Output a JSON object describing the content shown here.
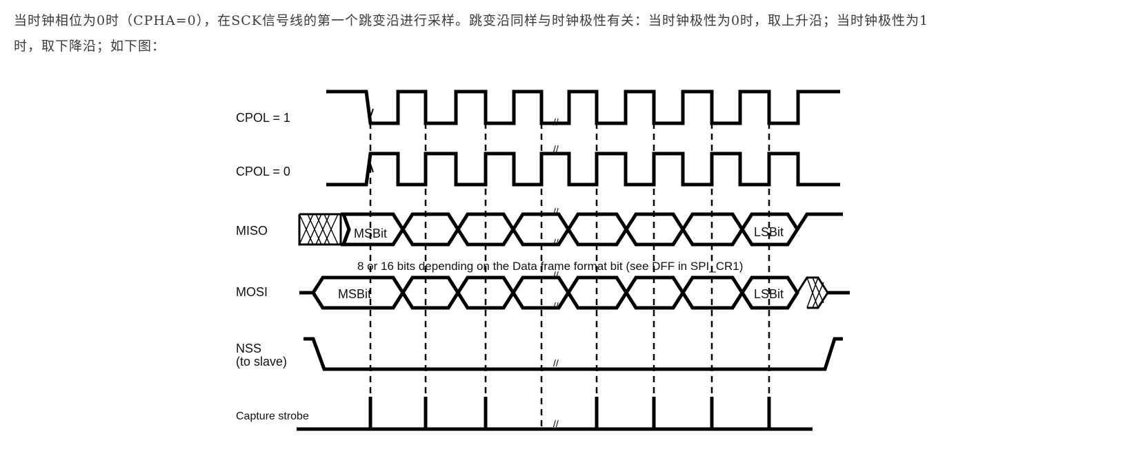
{
  "article": {
    "line1": "当时钟相位为0时（CPHA=0），在SCK信号线的第一个跳变沿进行采样。跳变沿同样与时钟极性有关：当时钟极性为0时，取上升沿；当时钟极性为1",
    "line2": "时，取下降沿；如下图："
  },
  "timing_diagram": {
    "signals": {
      "cpol1": "CPOL = 1",
      "cpol0": "CPOL = 0",
      "miso": "MISO",
      "mosi": "MOSI",
      "nss_line1": "NSS",
      "nss_line2": "(to slave)",
      "capture": "Capture strobe"
    },
    "miso_msb": "MSBit",
    "miso_lsb": "LSBit",
    "mosi_msb": "MSBit",
    "mosi_lsb": "LSBit",
    "frame_note": "8 or 16 bits depending on the Data frame format bit (see DFF in SPI_CR1)",
    "break_mark": "//"
  }
}
